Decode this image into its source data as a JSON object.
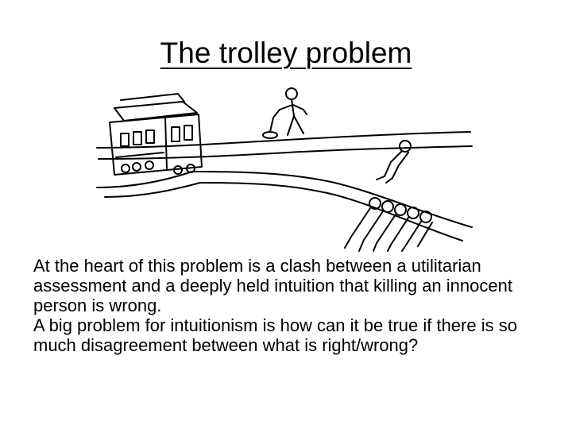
{
  "slide": {
    "title": "The trolley problem",
    "paragraphs": [
      "At the heart of this problem is a clash between a utilitarian assessment and a deeply held intuition that killing an innocent person is wrong.",
      "A big problem for intuitionism is how can it be true if there is so much disagreement between what is right/wrong?"
    ]
  },
  "illustration": {
    "icon": "trolley-problem-illustration",
    "stroke_color": "#000000",
    "background": "#ffffff"
  }
}
